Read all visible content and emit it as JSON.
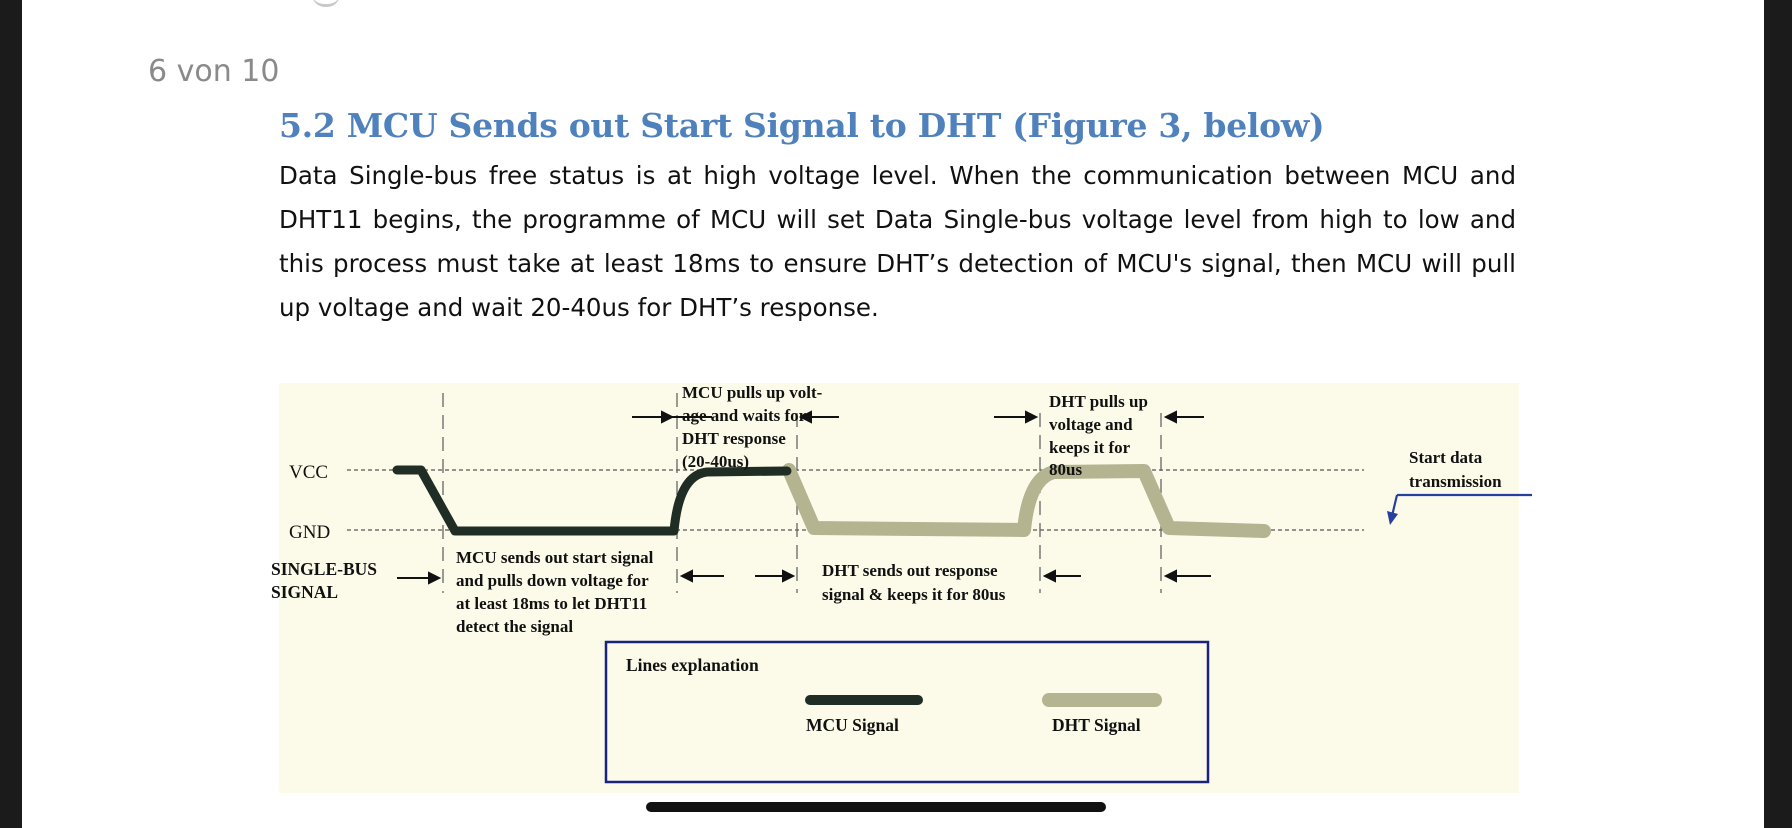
{
  "viewer": {
    "page_counter": "6 von 10"
  },
  "document": {
    "section_title": "5.2 MCU Sends out Start Signal to DHT (Figure 3, below)",
    "body_text": "Data Single-bus free status is at high voltage level. When the communication between MCU and DHT11 begins, the programme of MCU will set Data Single-bus voltage level from high to low and this process must take at least 18ms to ensure DHT’s detection of MCU's signal, then MCU will pull up voltage and wait 20-40us for DHT’s response."
  },
  "figure": {
    "vcc_label": "VCC",
    "gnd_label": "GND",
    "bus_label_line1": "SINGLE-BUS",
    "bus_label_line2": "SIGNAL",
    "mcu_pullup_lines": [
      "MCU pulls up volt-",
      "age and waits for",
      "DHT response",
      "(20-40us)"
    ],
    "dht_pullup_lines": [
      "DHT pulls up",
      "voltage and",
      "keeps it for",
      "80us"
    ],
    "start_data_lines": [
      "Start data",
      "transmission"
    ],
    "mcu_start_lines": [
      "MCU sends out start signal",
      "and pulls down voltage for",
      "at least 18ms to let DHT11",
      "detect the signal"
    ],
    "dht_response_lines": [
      "DHT sends out response",
      "signal & keeps it for 80us"
    ],
    "legend": {
      "title": "Lines explanation",
      "mcu_label": "MCU Signal",
      "dht_label": "DHT Signal",
      "mcu_color": "#1f2d24",
      "dht_color": "#b5b491"
    },
    "colors": {
      "background": "#fcfbe9",
      "legend_border": "#1a237e",
      "arrow_blue": "#2540a0"
    }
  }
}
